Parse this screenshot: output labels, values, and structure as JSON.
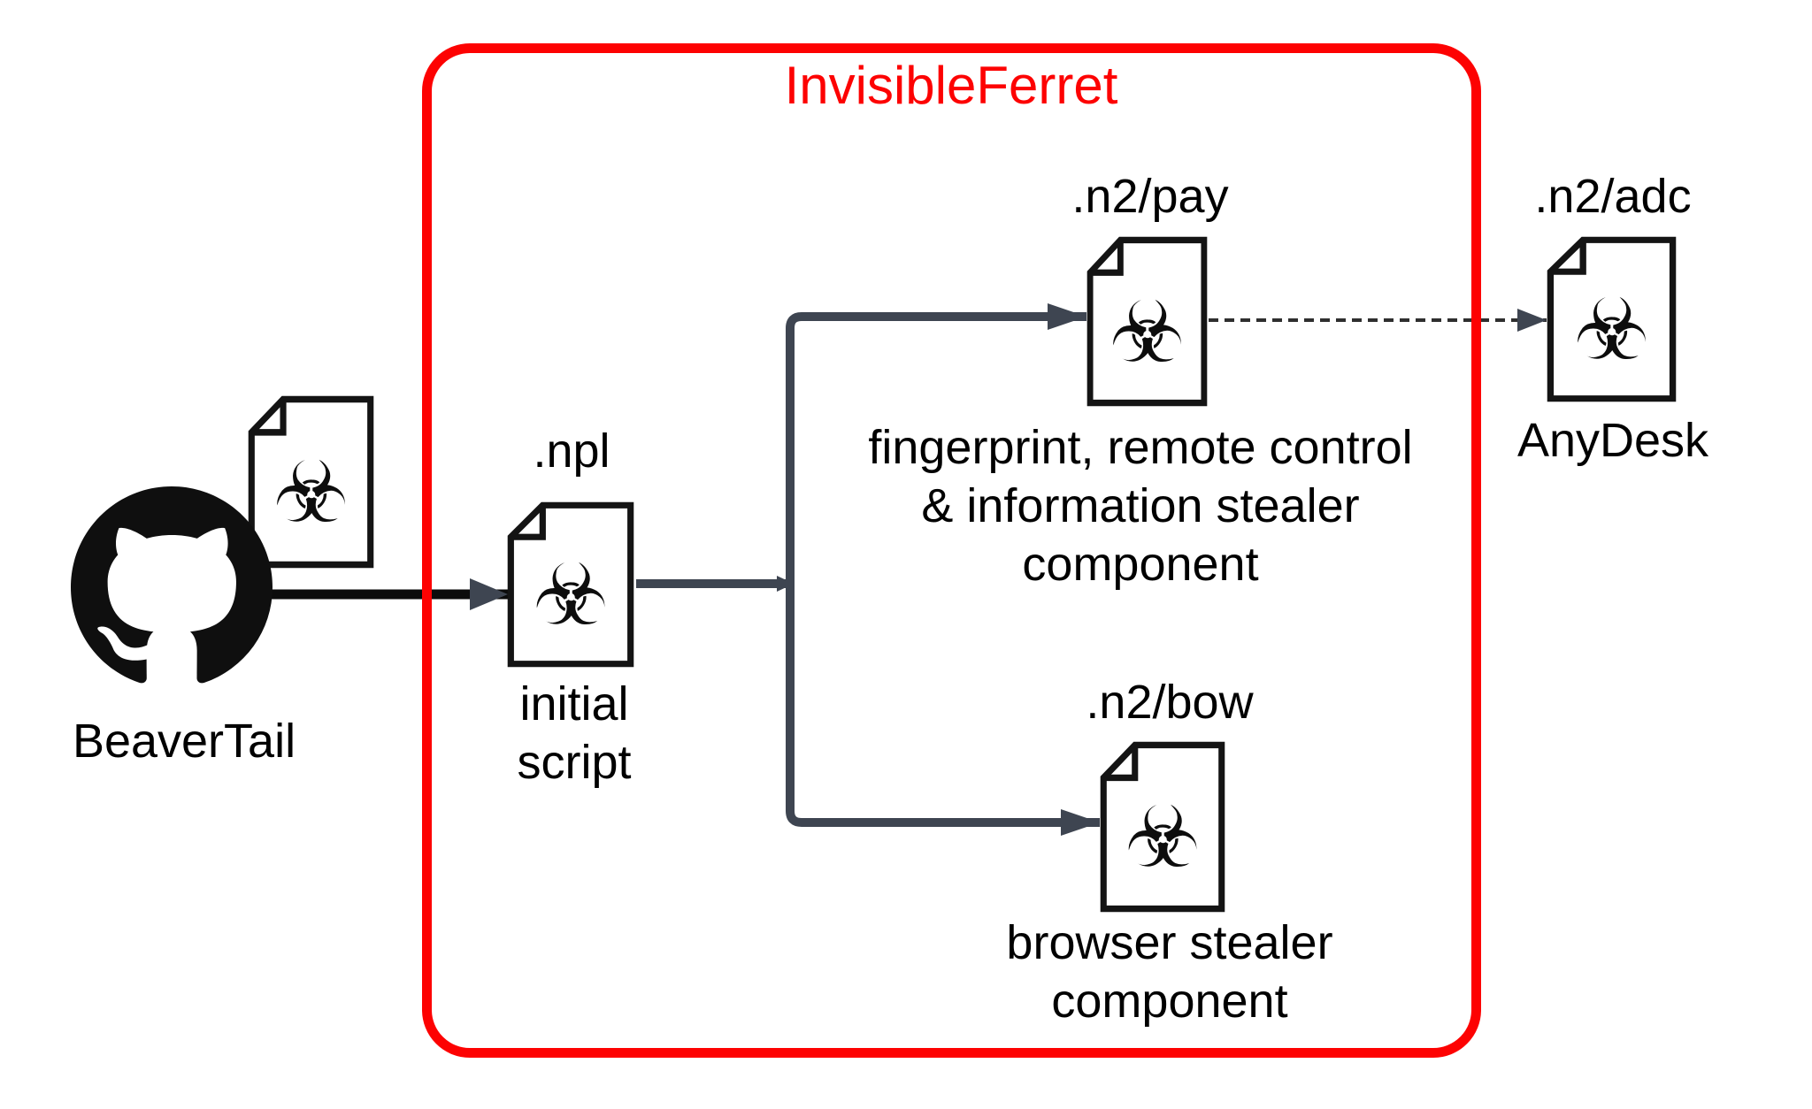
{
  "group": {
    "label": "InvisibleFerret"
  },
  "nodes": {
    "beavertail": {
      "label": "BeaverTail"
    },
    "initial_script": {
      "file_ext": ".npl",
      "caption": "initial\nscript"
    },
    "payload": {
      "file_ext": ".n2/pay",
      "caption": "fingerprint, remote control\n& information stealer\ncomponent"
    },
    "browser_stealer": {
      "file_ext": ".n2/bow",
      "caption": "browser stealer\ncomponent"
    },
    "anydesk": {
      "file_ext": ".n2/adc",
      "caption": "AnyDesk"
    }
  },
  "icons": {
    "biohazard_glyph": "☣",
    "github_logo": "github-octocat-icon",
    "malware_file": "biohazard-file-icon"
  },
  "colors": {
    "group_border": "#fd0202",
    "title_text": "#fd0202",
    "connector": "#3e4551",
    "entry_arrow_shaft": "#0c0c0c",
    "icon_stroke": "#141414",
    "text": "#000000",
    "background": "#ffffff"
  }
}
